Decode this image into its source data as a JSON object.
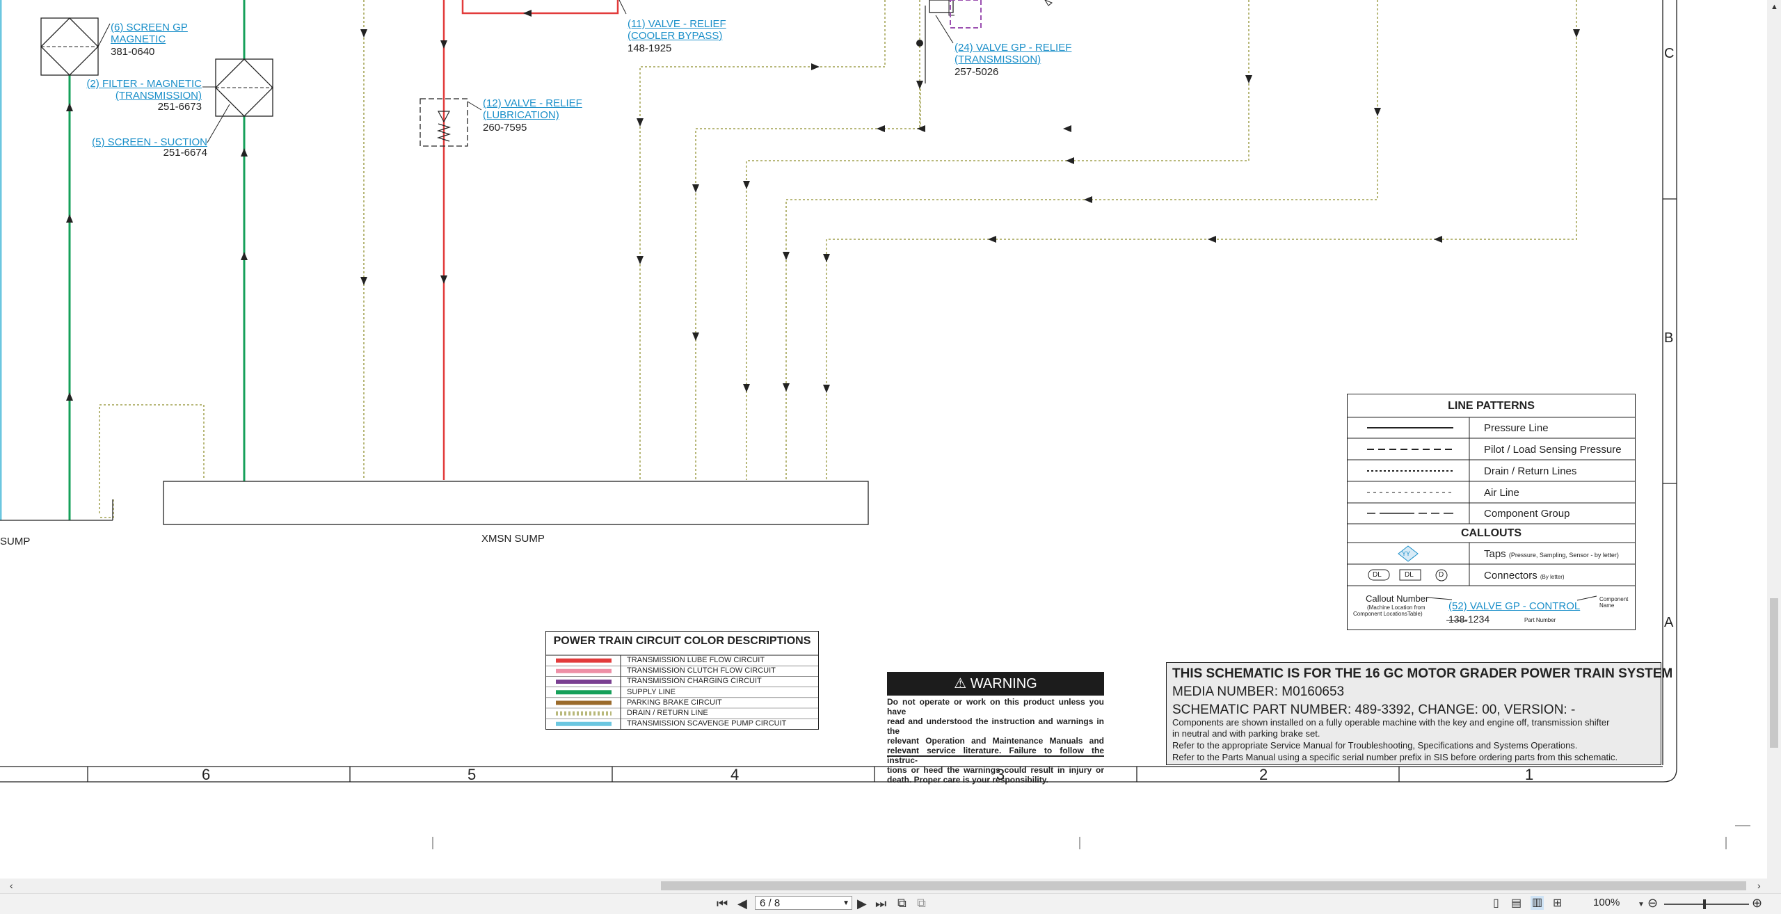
{
  "components": {
    "screen_gp_magnetic": {
      "label": "(6) SCREEN GP MAGNETIC",
      "l1": "(6) SCREEN GP",
      "l2": "MAGNETIC",
      "part": "381-0640"
    },
    "filter_magnetic": {
      "l1": "(2) FILTER - MAGNETIC",
      "l2": "(TRANSMISSION)",
      "part": "251-6673"
    },
    "screen_suction": {
      "l1": "(5) SCREEN - SUCTION",
      "part": "251-6674"
    },
    "valve_relief_cooler": {
      "l1": "(11) VALVE - RELIEF",
      "l2": "(COOLER BYPASS)",
      "part": "148-1925"
    },
    "valve_relief_lube": {
      "l1": "(12) VALVE - RELIEF",
      "l2": "(LUBRICATION)",
      "part": "260-7595"
    },
    "valve_gp_relief": {
      "l1": "(24) VALVE GP - RELIEF",
      "l2": "(TRANSMISSION)",
      "part": "257-5026"
    }
  },
  "sumps": {
    "left": "SUMP",
    "xmsn": "XMSN SUMP"
  },
  "grid": {
    "columns": [
      "6",
      "5",
      "4",
      "3",
      "2",
      "1"
    ],
    "rows": [
      "C",
      "B",
      "A"
    ]
  },
  "line_patterns": {
    "title": "LINE PATTERNS",
    "rows": [
      "Pressure Line",
      "Pilot / Load Sensing Pressure",
      "Drain / Return Lines",
      "Air Line",
      "Component Group"
    ],
    "callouts_title": "CALLOUTS",
    "taps": "Taps",
    "taps_note": "(Pressure, Sampling, Sensor - by letter)",
    "tap_symbol": "YY",
    "connectors": "Connectors",
    "connectors_note": "(By letter)",
    "connector_symbols": [
      "DL",
      "DL",
      "D"
    ],
    "callout_number": "Callout Number",
    "callout_note1": "(Machine Location from",
    "callout_note2": "Component LocationsTable)",
    "callout_example": "(52) VALVE GP - CONTROL",
    "component_name1": "Component",
    "component_name2": "Name",
    "part_example": "138-1234",
    "part_number": "Part Number"
  },
  "color_descriptions": {
    "title": "POWER TRAIN CIRCUIT COLOR DESCRIPTIONS",
    "items": [
      {
        "label": "TRANSMISSION LUBE FLOW CIRCUIT",
        "color": "#e23b3b"
      },
      {
        "label": "TRANSMISSION CLUTCH FLOW CIRCUIT",
        "color": "#ee8fa6"
      },
      {
        "label": "TRANSMISSION CHARGING CIRCUIT",
        "color": "#7a3f91"
      },
      {
        "label": "SUPPLY LINE",
        "color": "#16a05a"
      },
      {
        "label": "PARKING BRAKE CIRCUIT",
        "color": "#9a6a2a"
      },
      {
        "label": "DRAIN / RETURN LINE",
        "color": "#b8b87a"
      },
      {
        "label": "TRANSMISSION SCAVENGE PUMP CIRCUIT",
        "color": "#6cc7e0"
      }
    ]
  },
  "warning": {
    "title": "WARNING",
    "lines": [
      "Do not operate or work on this product unless you have",
      "read and understood the instruction and warnings in the",
      "relevant Operation and Maintenance Manuals and",
      "relevant service literature. Failure to follow the instruc-",
      "tions or heed the warnings could result in injury or",
      "death. Proper care is your responsibility."
    ]
  },
  "title_block": {
    "heading": "THIS SCHEMATIC IS FOR THE 16 GC MOTOR GRADER POWER TRAIN SYSTEM",
    "media": "MEDIA NUMBER: M0160653",
    "schematic": "SCHEMATIC PART NUMBER: 489-3392, CHANGE: 00, VERSION: -",
    "note1": "Components are shown installed on a fully operable machine with the key and engine off, transmission shifter",
    "note2": "in neutral and with parking brake set.",
    "note3": "Refer to the appropriate Service Manual for Troubleshooting, Specifications and Systems Operations.",
    "note4": "Refer to the Parts Manual using a specific serial number prefix in SIS before ordering parts from this schematic."
  },
  "toolbar": {
    "page_value": "6 / 8",
    "zoom": "100%"
  },
  "colors": {
    "supply": "#16a05a",
    "lube": "#e23b3b",
    "drain": "#b8b87a",
    "charging": "#7a3f91",
    "scavenge": "#6cc7e0",
    "link": "#1a8fc9"
  }
}
